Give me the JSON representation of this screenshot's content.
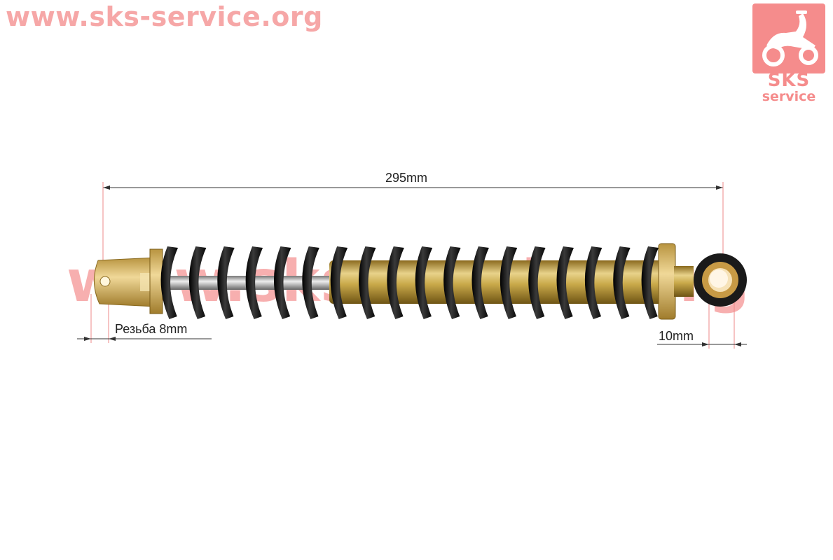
{
  "header": {
    "site_url": "www.sks-service.org"
  },
  "logo": {
    "brand": "SKS",
    "sub": "service"
  },
  "watermark": {
    "text": "www.sks-service.org"
  },
  "dimensions": {
    "length_label": "295mm",
    "thread_label": "Резьба 8mm",
    "bushing_label": "10mm"
  },
  "colors": {
    "spring": "#151515",
    "body": "#c9a94a",
    "bracket": "#d9b56a",
    "watermark": "#f06e6e",
    "logo": "#f58c8c"
  }
}
